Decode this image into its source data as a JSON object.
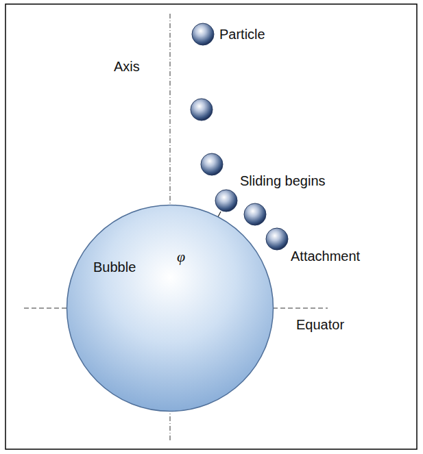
{
  "diagram": {
    "nodes": [
      {
        "text": [
          "Bubble"
        ]
      }
    ],
    "labels": [
      "Particle",
      "Axis",
      "Sliding begins",
      "φ",
      "Attachment",
      "Equator"
    ]
  }
}
